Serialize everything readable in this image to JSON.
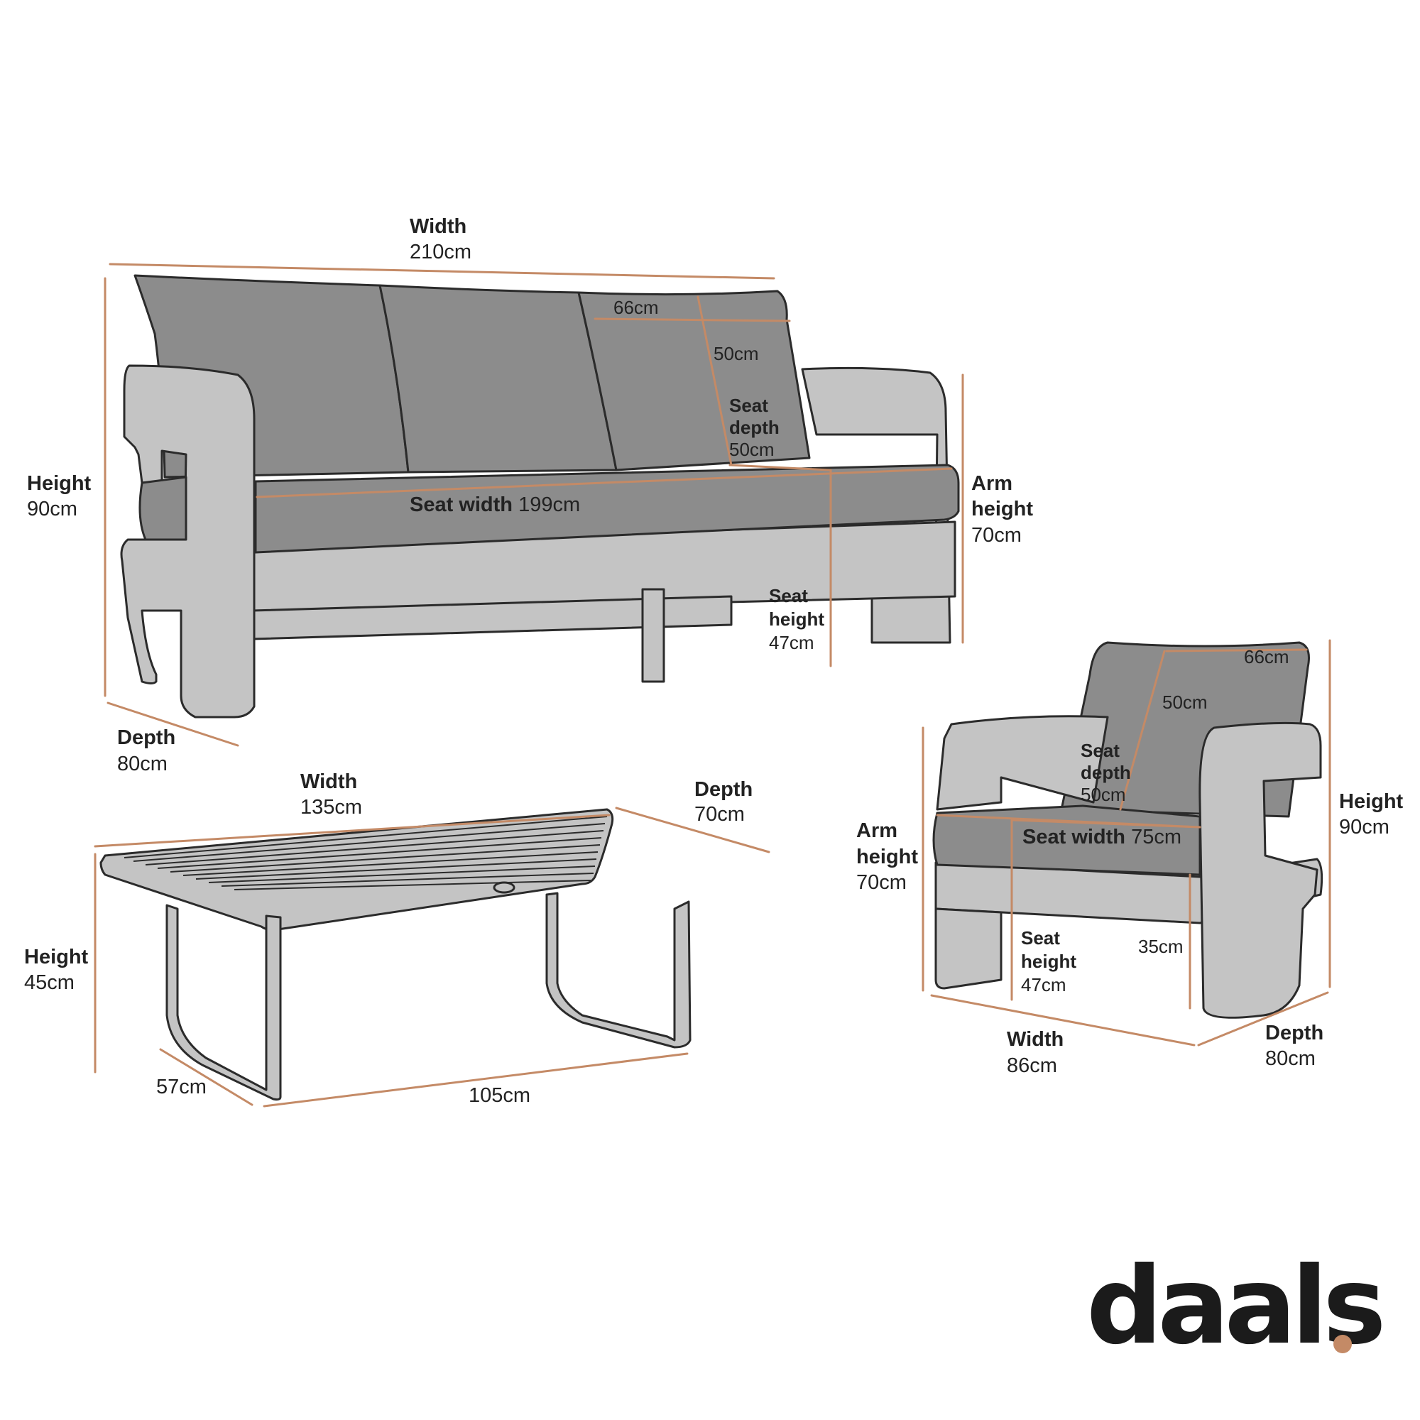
{
  "colors": {
    "dimension_line": "#c48a66",
    "cushion": "#8c8c8c",
    "frame": "#c4c4c4",
    "outline": "#2b2b2b",
    "text": "#222222",
    "brand_dot": "#c48a66"
  },
  "sofa": {
    "width_title": "Width",
    "width_value": "210cm",
    "back_width": "66cm",
    "back_height": "50cm",
    "seat_depth_title_1": "Seat",
    "seat_depth_title_2": "depth",
    "seat_depth_value": "50cm",
    "height_title": "Height",
    "height_value": "90cm",
    "seat_width_title": "Seat width",
    "seat_width_value": "199cm",
    "arm_height_title_1": "Arm",
    "arm_height_title_2": "height",
    "arm_height_value": "70cm",
    "seat_height_title_1": "Seat",
    "seat_height_title_2": "height",
    "seat_height_value": "47cm",
    "depth_title": "Depth",
    "depth_value": "80cm"
  },
  "table": {
    "width_title": "Width",
    "width_value": "135cm",
    "depth_title": "Depth",
    "depth_value": "70cm",
    "height_title": "Height",
    "height_value": "45cm",
    "leg_depth_value": "57cm",
    "leg_span_value": "105cm"
  },
  "chair": {
    "back_width": "66cm",
    "back_height": "50cm",
    "seat_depth_title_1": "Seat",
    "seat_depth_title_2": "depth",
    "seat_depth_value": "50cm",
    "height_title": "Height",
    "height_value": "90cm",
    "arm_height_title_1": "Arm",
    "arm_height_title_2": "height",
    "arm_height_value": "70cm",
    "seat_width_title": "Seat width",
    "seat_width_value": "75cm",
    "seat_height_title_1": "Seat",
    "seat_height_title_2": "height",
    "seat_height_value": "47cm",
    "leg_gap_value": "35cm",
    "width_title": "Width",
    "width_value": "86cm",
    "depth_title": "Depth",
    "depth_value": "80cm"
  },
  "brand": {
    "logo_text": "daals",
    "logo_dot": "."
  }
}
